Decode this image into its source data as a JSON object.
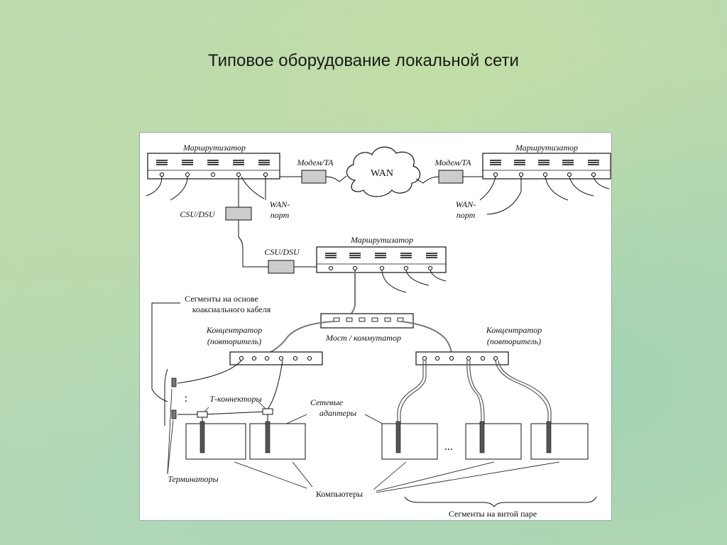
{
  "slide": {
    "title": "Типовое оборудование локальной сети"
  },
  "diagram": {
    "router_top_left": "Маршрутизатор",
    "router_top_right": "Маршрутизатор",
    "router_middle": "Маршрутизатор",
    "modem_left": "Модем/TA",
    "modem_right": "Модем/TA",
    "wan_cloud": "WAN",
    "csu_left": "CSU/DSU",
    "csu_middle": "CSU/DSU",
    "wan_port_left_line1": "WAN-",
    "wan_port_left_line2": "порт",
    "wan_port_right_line1": "WAN-",
    "wan_port_right_line2": "порт",
    "coax_segments_line1": "Сегменты на основе",
    "coax_segments_line2": "коаксиального кабеля",
    "bridge_switch": "Мост / коммутатор",
    "hub_left_line1": "Концентратор",
    "hub_left_line2": "(повторитель)",
    "hub_right_line1": "Концентратор",
    "hub_right_line2": "(повторитель)",
    "t_connectors": "Т-коннекторы",
    "network_adapters_line1": "Сетевые",
    "network_adapters_line2": "адаптеры",
    "ellipsis_vertical": ":",
    "ellipsis_horizontal": "...",
    "terminators": "Терминаторы",
    "computers": "Компьютеры",
    "twisted_pair_segments": "Сегменты на витой паре"
  }
}
